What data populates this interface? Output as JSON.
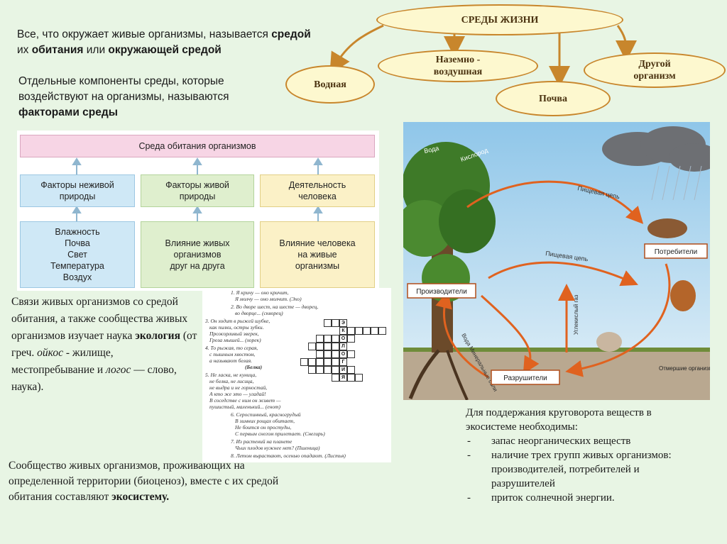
{
  "intro": {
    "part1": "Все, что окружает живые организмы, называется ",
    "b1": "средой",
    "part2": " их ",
    "b2": "обитания",
    "part3": " или ",
    "b3": "окружающей средой"
  },
  "factors_def": {
    "text": "Отдельные компоненты среды, которые воздействуют на организмы, называются ",
    "bold": "факторами среды"
  },
  "environments": {
    "title": "СРЕДЫ ЖИЗНИ",
    "items": [
      "Водная",
      "Наземно - воздушная",
      "Почва",
      "Другой организм"
    ]
  },
  "factors_diagram": {
    "header": "Среда обитания организмов",
    "categories": [
      "Факторы неживой природы",
      "Факторы живой природы",
      "Деятельность человека"
    ],
    "details": [
      [
        "Влажность",
        "Почва",
        "Свет",
        "Температура",
        "Воздух"
      ],
      [
        "Влияние живых",
        "организмов",
        "друг на друга"
      ],
      [
        "Влияние человека",
        "на живые",
        "организмы"
      ]
    ]
  },
  "ecology": {
    "t1": "Связи живых организмов со средой обитания, а также сообщества живых организмов изучает наука ",
    "bold": "экология",
    "t2": " (от греч. ",
    "it1": "ойкос",
    "t3": " - жилище, местопребывание и ",
    "it2": "логос",
    "t4": " — слово, наука)."
  },
  "crossword": {
    "lines": [
      "1. Я кричу — оно кричит,",
      "Я молчу — оно молчит. (Эхо)",
      "2. Во дворе шест, на шесте — дворец,",
      "во дворце... (скворец)",
      "3. Он ходит в рыжей шубке,",
      "как пилки, остры зубки.",
      "Прожорливый зверек,",
      "Гроза мышей... (хорек)",
      "4. То рыжая, то серая,",
      "с пышным хвостом,",
      "а называют белая.",
      "(Белка)",
      "5. Не ласка, не куница,",
      "не белка, не лисица,",
      "не выдра и не горностай,",
      "А кто же это — угадай!",
      "В соседстве с ним он живет —",
      "пушистый, маленький... (енот)",
      "6. Сероспинный, красногрудый",
      "В зимних рощах обитает,",
      "Не боится он простуды,",
      "С первым снегом прилетает. (Снегирь)",
      "7. Из растений на планете",
      "Чьих плодов нужнее нет? (Пшеница)",
      "8. Летом вырастают, осенью опадают. (Листья)"
    ],
    "letters": [
      "Э",
      "К",
      "О",
      "Л",
      "О",
      "Г",
      "И",
      "Я"
    ]
  },
  "community": {
    "t1": "Сообщество живых организмов, проживающих на определенной территории (биоценоз), вместе с их  средой обитания составляют  ",
    "bold": "экосистему."
  },
  "cycle_diagram": {
    "labels": {
      "water": "Вода",
      "oxygen": "Кислород",
      "food_chain_top": "Пищевая цепь",
      "food_chain_mid": "Пищевая цепь",
      "producers": "Производители",
      "consumers": "Потребители",
      "decomposers": "Разрушители",
      "carbon_dioxide": "Углекислый газ",
      "water_minerals": "Вода Минеральные соли",
      "dead_organisms": "Отмершие организмы"
    }
  },
  "cycle_text": {
    "intro": "Для поддержания круговорота веществ в экосистеме необходимы:",
    "items": [
      "запас неорганических веществ",
      " наличие трех групп живых организмов: производителей, потребителей и разрушителей",
      "приток солнечной энергии."
    ]
  },
  "colors": {
    "background": "#e8f5e4",
    "oval_fill": "#fdf8cf",
    "oval_border": "#c8862c",
    "arrow": "#c8862c",
    "header_pink": "#f7d5e5",
    "blue_box": "#cfe8f6",
    "green_box": "#dfefce",
    "yellow_box": "#fbf1c7"
  }
}
